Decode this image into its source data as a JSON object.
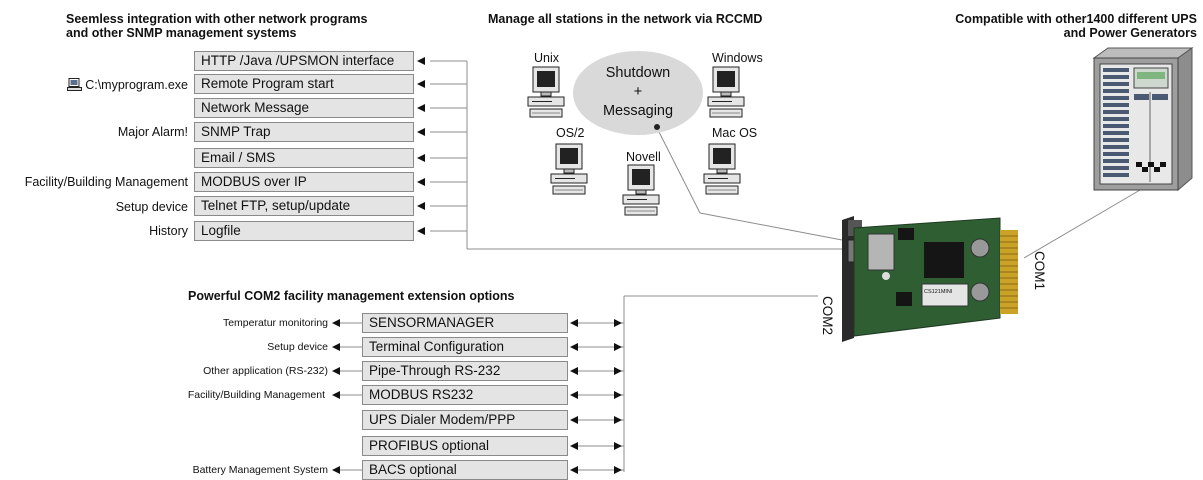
{
  "headings": {
    "integration_line1": "Seemless integration with other network programs",
    "integration_line2": "and other SNMP management systems",
    "rccmd": "Manage all stations in the network via RCCMD",
    "compat_line1": "Compatible with other1400 different UPS",
    "compat_line2": "and Power Generators",
    "com2": "Powerful COM2 facility management extension options"
  },
  "network_functions": [
    {
      "label": "HTTP /Java /UPSMON interface",
      "side": ""
    },
    {
      "label": "Remote Program start",
      "side": "C:\\myprogram.exe",
      "side_icon": "computer-icon"
    },
    {
      "label": "Network Message",
      "side": ""
    },
    {
      "label": "SNMP Trap",
      "side": "Major Alarm!"
    },
    {
      "label": "Email / SMS",
      "side": ""
    },
    {
      "label": "MODBUS over IP",
      "side": "Facility/Building Management"
    },
    {
      "label": "Telnet FTP, setup/update",
      "side": "Setup device"
    },
    {
      "label": "Logfile",
      "side": "History"
    }
  ],
  "stations": {
    "unix": "Unix",
    "windows": "Windows",
    "os2": "OS/2",
    "novell": "Novell",
    "macos": "Mac OS"
  },
  "center": {
    "line1": "Shutdown",
    "line2": "+",
    "line3": "Messaging"
  },
  "com_labels": {
    "com1": "COM1",
    "com2": "COM2"
  },
  "card_chip_text": "CS121MINI",
  "com2_options": [
    {
      "label": "SENSORMANAGER",
      "side": "Temperatur monitoring"
    },
    {
      "label": "Terminal Configuration",
      "side": "Setup device"
    },
    {
      "label": "Pipe-Through RS-232",
      "side": "Other application (RS-232)"
    },
    {
      "label": "MODBUS RS232",
      "side": "Facility/Building Management"
    },
    {
      "label": "UPS Dialer Modem/PPP",
      "side": ""
    },
    {
      "label": "PROFIBUS optional",
      "side": ""
    },
    {
      "label": "BACS optional",
      "side": "Battery Management System"
    }
  ],
  "colors": {
    "box_fill": "#e4e4e4",
    "box_border": "#8a8a8a",
    "line": "#8c8c8c",
    "ellipse": "#d9d9d9",
    "pcb": "#2f5e33"
  }
}
